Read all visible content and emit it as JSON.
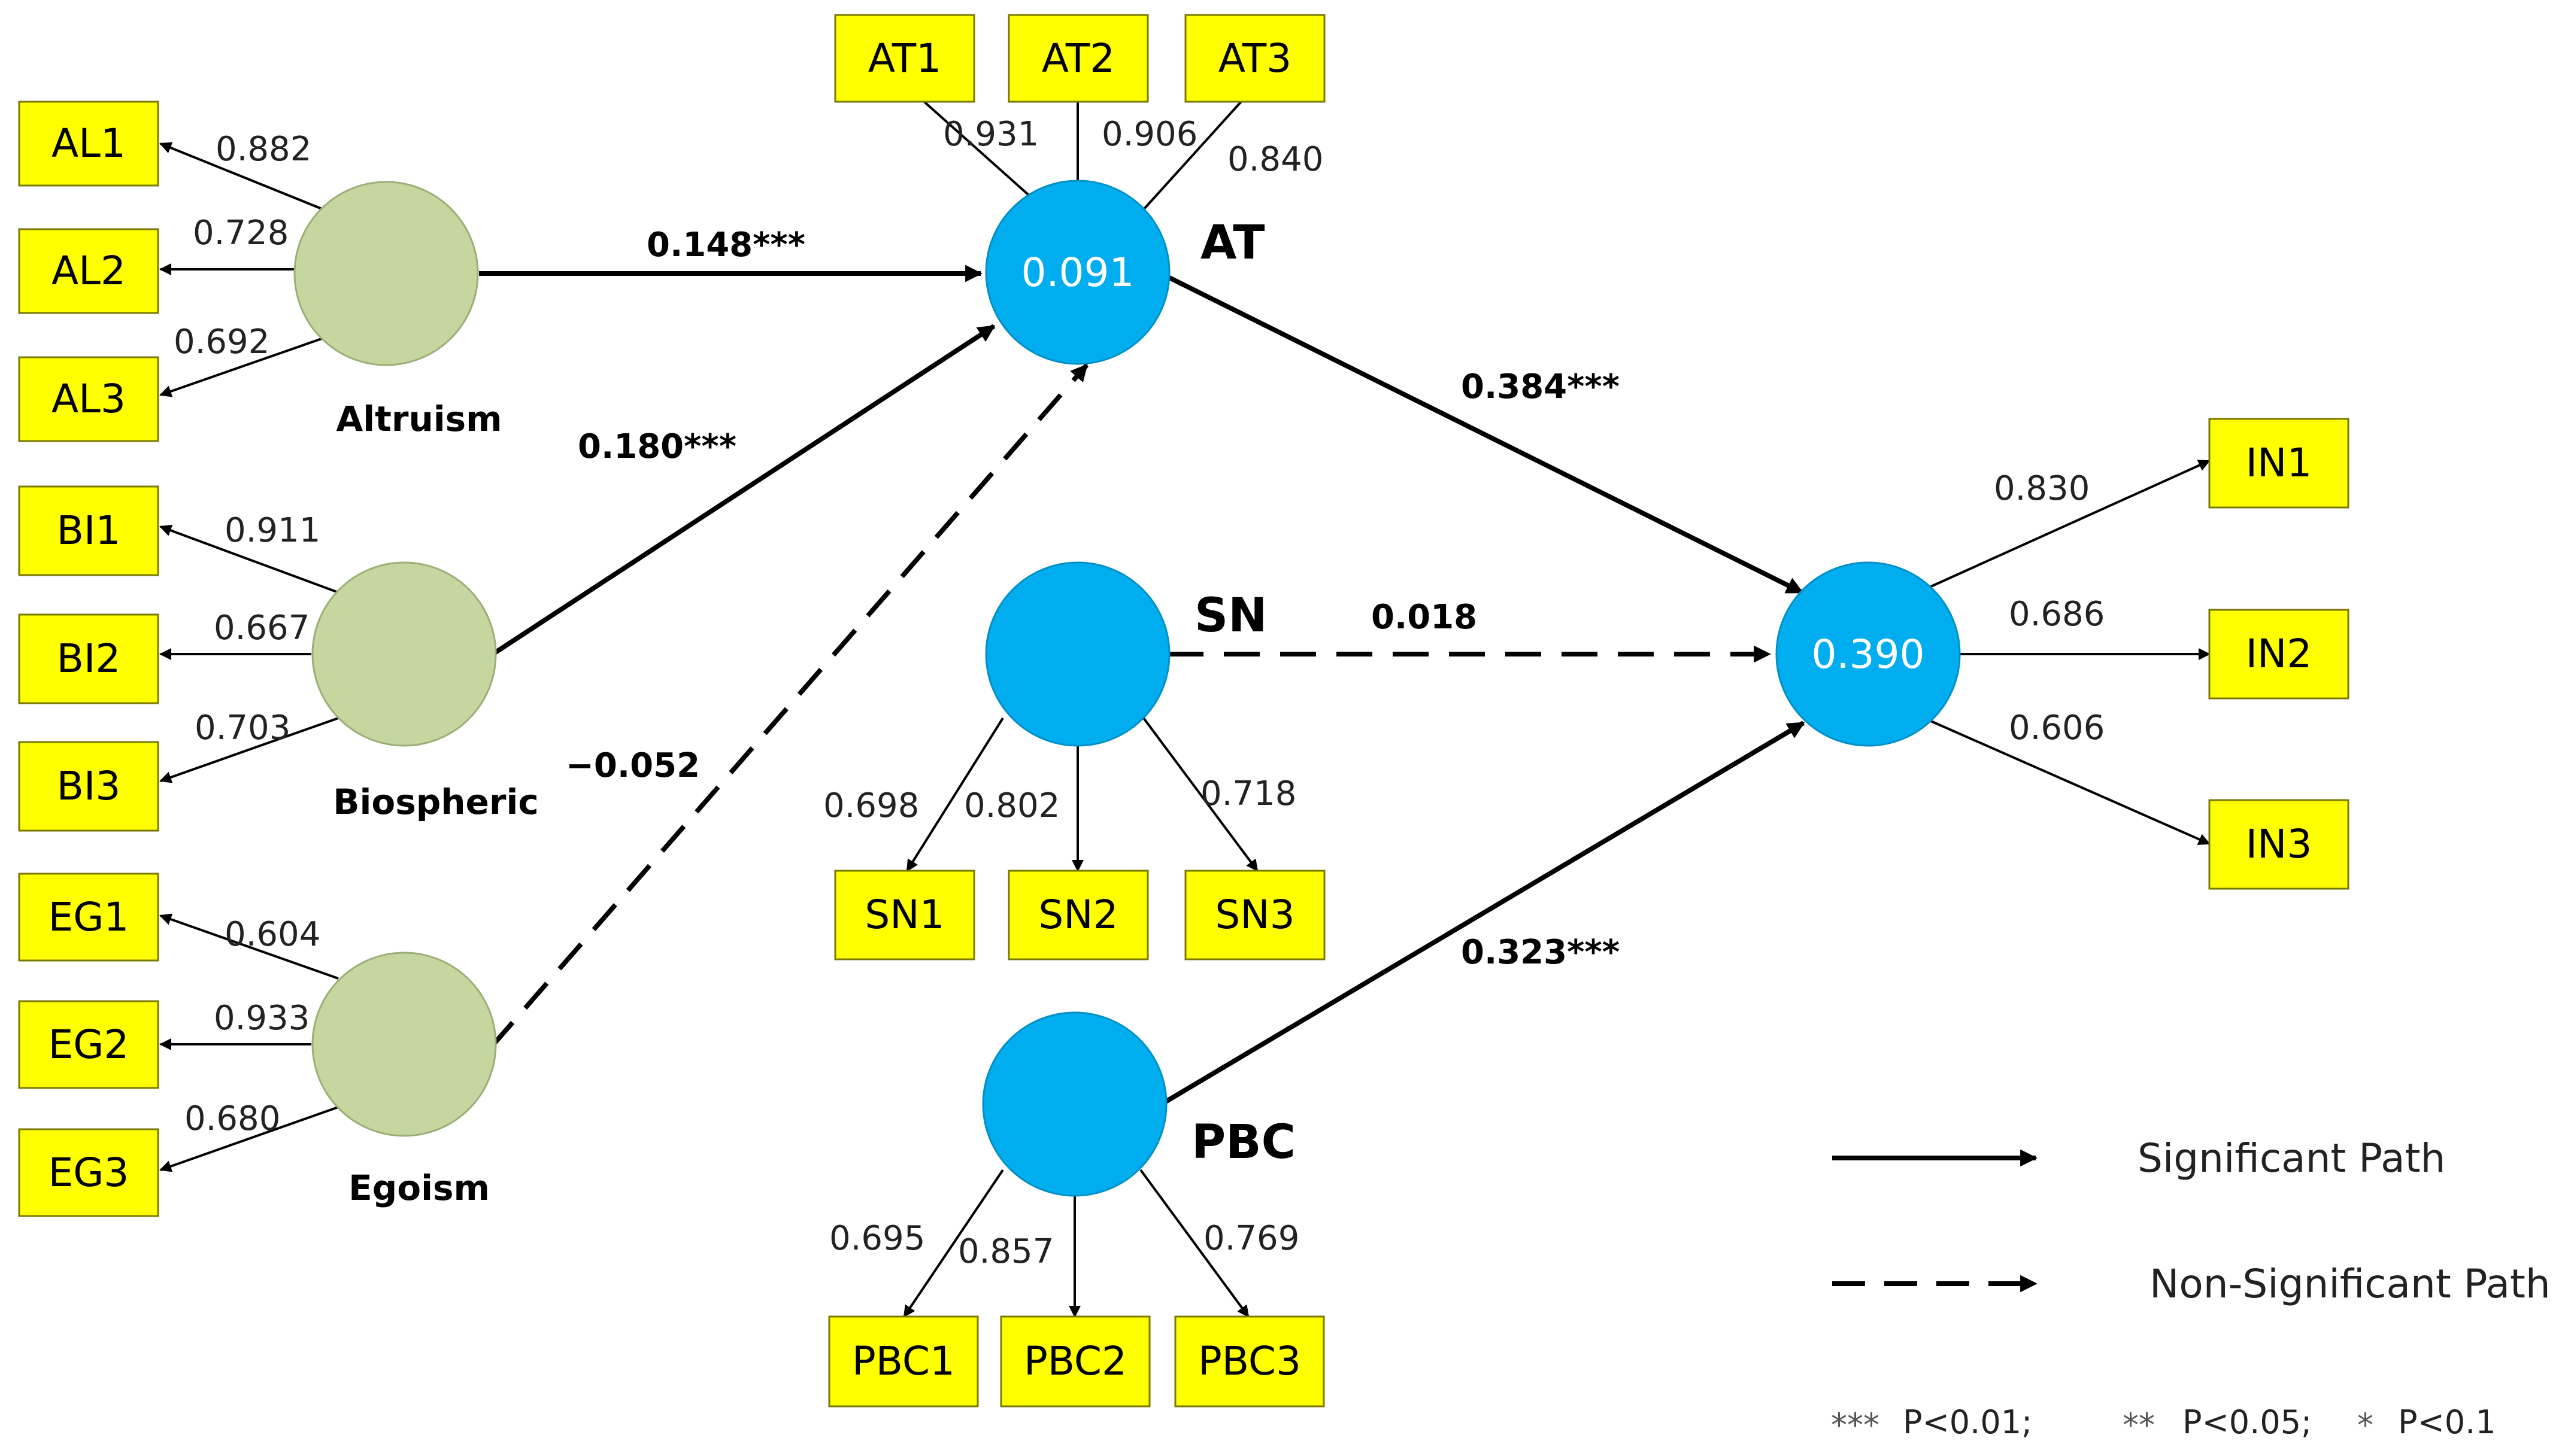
{
  "colors": {
    "exogenous": "#c5d69f",
    "endogenous": "#00aeef",
    "indicator": "#ffff00",
    "r2_text": "#ffffff",
    "line": "#000000"
  },
  "latents": {
    "altruism": {
      "label": "Altruism",
      "r2": ""
    },
    "biospheric": {
      "label": "Biospheric",
      "r2": ""
    },
    "egoism": {
      "label": "Egoism",
      "r2": ""
    },
    "at": {
      "label": "AT",
      "r2": "0.091"
    },
    "sn": {
      "label": "SN",
      "r2": ""
    },
    "pbc": {
      "label": "PBC",
      "r2": ""
    },
    "in": {
      "label": "",
      "r2": "0.390"
    }
  },
  "indicators": {
    "AL1": "AL1",
    "AL2": "AL2",
    "AL3": "AL3",
    "BI1": "BI1",
    "BI2": "BI2",
    "BI3": "BI3",
    "EG1": "EG1",
    "EG2": "EG2",
    "EG3": "EG3",
    "AT1": "AT1",
    "AT2": "AT2",
    "AT3": "AT3",
    "SN1": "SN1",
    "SN2": "SN2",
    "SN3": "SN3",
    "PBC1": "PBC1",
    "PBC2": "PBC2",
    "PBC3": "PBC3",
    "IN1": "IN1",
    "IN2": "IN2",
    "IN3": "IN3"
  },
  "loadings": {
    "AL1": "0.882",
    "AL2": "0.728",
    "AL3": "0.692",
    "BI1": "0.911",
    "BI2": "0.667",
    "BI3": "0.703",
    "EG1": "0.604",
    "EG2": "0.933",
    "EG3": "0.680",
    "AT1": "0.931",
    "AT2": "0.906",
    "AT3": "0.840",
    "SN1": "0.698",
    "SN2": "0.802",
    "SN3": "0.718",
    "PBC1": "0.695",
    "PBC2": "0.857",
    "PBC3": "0.769",
    "IN1": "0.830",
    "IN2": "0.686",
    "IN3": "0.606"
  },
  "paths": {
    "altruism_at": {
      "coef": "0.148***",
      "significant": true
    },
    "biospheric_at": {
      "coef": "0.180***",
      "significant": true
    },
    "egoism_at": {
      "coef": "−0.052",
      "significant": false
    },
    "at_in": {
      "coef": "0.384***",
      "significant": true
    },
    "sn_in": {
      "coef": "0.018",
      "significant": false
    },
    "pbc_in": {
      "coef": "0.323***",
      "significant": true
    }
  },
  "legend": {
    "significant": "Significant Path",
    "non_significant": "Non-Significant Path"
  },
  "significance_note": {
    "p01": "P<0.01;",
    "p05": "P<0.05;",
    "p10": "P<0.1"
  }
}
